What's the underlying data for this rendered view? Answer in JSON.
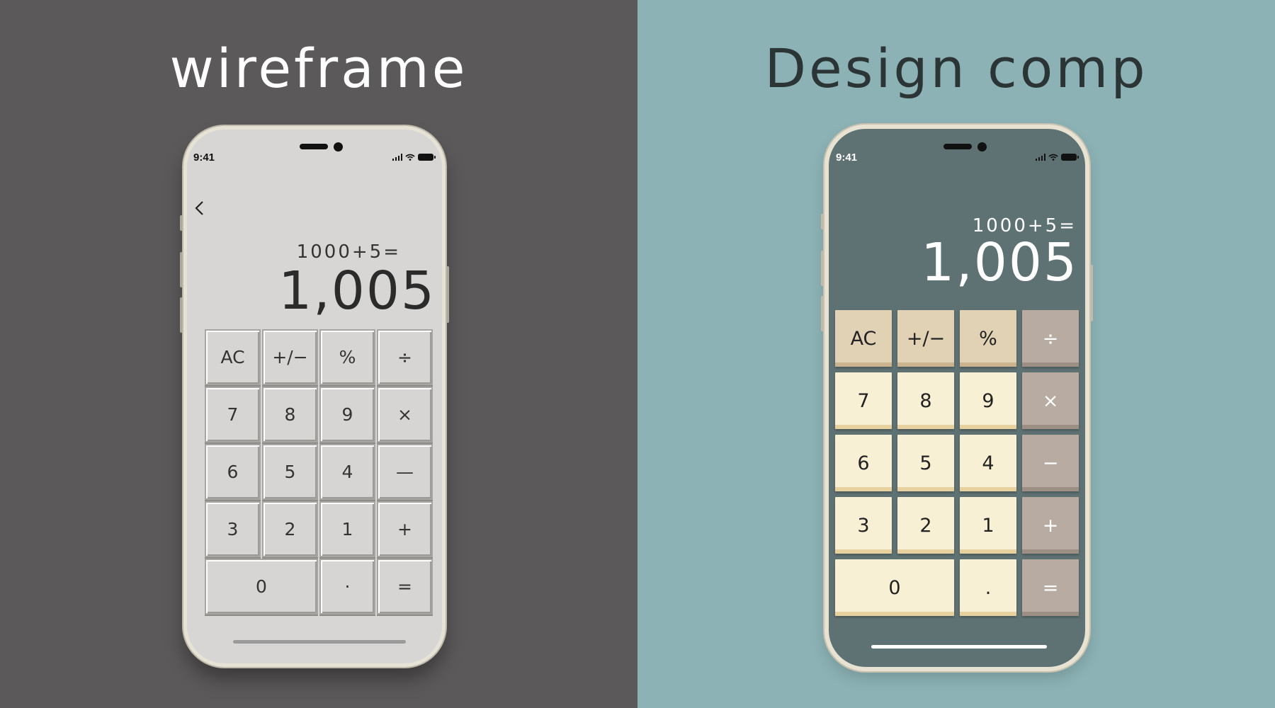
{
  "wireframe": {
    "title": "wireframe",
    "status_time": "9:41",
    "expression": "1000+5=",
    "result": "1,005",
    "keys": [
      {
        "label": "AC",
        "name": "ac"
      },
      {
        "label": "+/−",
        "name": "plus-minus"
      },
      {
        "label": "%",
        "name": "percent"
      },
      {
        "label": "÷",
        "name": "divide"
      },
      {
        "label": "7",
        "name": "7"
      },
      {
        "label": "8",
        "name": "8"
      },
      {
        "label": "9",
        "name": "9"
      },
      {
        "label": "×",
        "name": "multiply"
      },
      {
        "label": "6",
        "name": "6"
      },
      {
        "label": "5",
        "name": "5"
      },
      {
        "label": "4",
        "name": "4"
      },
      {
        "label": "—",
        "name": "minus"
      },
      {
        "label": "3",
        "name": "3"
      },
      {
        "label": "2",
        "name": "2"
      },
      {
        "label": "1",
        "name": "1"
      },
      {
        "label": "+",
        "name": "plus"
      },
      {
        "label": "0",
        "name": "0"
      },
      {
        "label": "·",
        "name": "decimal"
      },
      {
        "label": "=",
        "name": "equals"
      }
    ]
  },
  "design": {
    "title": "Design comp",
    "status_time": "9:41",
    "expression": "1000+5=",
    "result": "1,005",
    "keys": [
      {
        "label": "AC",
        "name": "ac",
        "style": "fn"
      },
      {
        "label": "+/−",
        "name": "plus-minus",
        "style": "fn"
      },
      {
        "label": "%",
        "name": "percent",
        "style": "fn"
      },
      {
        "label": "÷",
        "name": "divide",
        "style": "op"
      },
      {
        "label": "7",
        "name": "7",
        "style": "num"
      },
      {
        "label": "8",
        "name": "8",
        "style": "num"
      },
      {
        "label": "9",
        "name": "9",
        "style": "num"
      },
      {
        "label": "×",
        "name": "multiply",
        "style": "op"
      },
      {
        "label": "6",
        "name": "6",
        "style": "num"
      },
      {
        "label": "5",
        "name": "5",
        "style": "num"
      },
      {
        "label": "4",
        "name": "4",
        "style": "num"
      },
      {
        "label": "−",
        "name": "minus",
        "style": "op"
      },
      {
        "label": "3",
        "name": "3",
        "style": "num"
      },
      {
        "label": "2",
        "name": "2",
        "style": "num"
      },
      {
        "label": "1",
        "name": "1",
        "style": "num"
      },
      {
        "label": "+",
        "name": "plus",
        "style": "op"
      },
      {
        "label": "0",
        "name": "0",
        "style": "num"
      },
      {
        "label": ".",
        "name": "decimal",
        "style": "num"
      },
      {
        "label": "=",
        "name": "equals",
        "style": "op"
      }
    ]
  },
  "colors": {
    "left_background": "#5c595a",
    "right_background": "#8cb2b5",
    "design_screen": "#5f7273",
    "design_number_key": "#f8f0d4",
    "design_function_key": "#e1d2b5",
    "design_operator_key": "#b8aba1",
    "wireframe_screen": "#d7d6d4"
  },
  "icons": [
    "back-chevron-icon",
    "signal-icon",
    "wifi-icon",
    "battery-icon"
  ]
}
